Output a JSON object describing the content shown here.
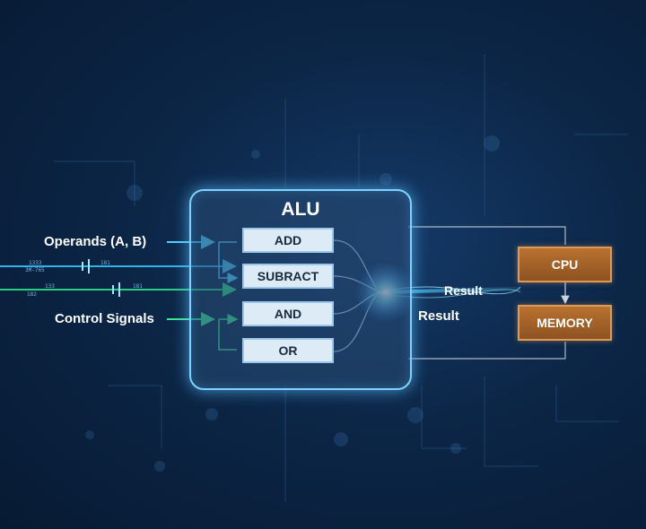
{
  "alu": {
    "title": "ALU"
  },
  "inputs": {
    "operands_label": "Operands (A, B)",
    "control_label": "Control Signals"
  },
  "operations": [
    "ADD",
    "SUBRACT",
    "AND",
    "OR"
  ],
  "outputs": {
    "result_upper": "Result",
    "result_lower": "Result"
  },
  "destinations": {
    "cpu": "CPU",
    "memory": "MEMORY"
  },
  "colors": {
    "operand_wire": "#35c3ff",
    "control_wire": "#2fe08a",
    "alu_border": "#7fd2ff",
    "destination_fill": "#a8632a"
  }
}
